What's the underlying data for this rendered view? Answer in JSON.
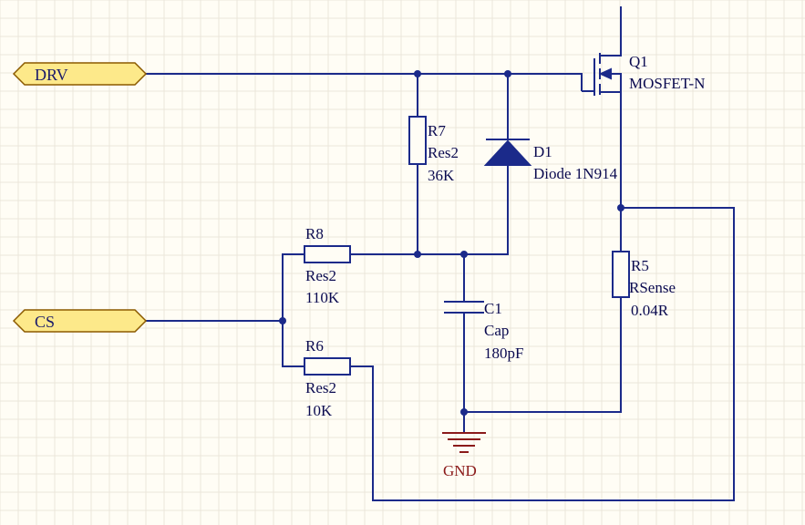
{
  "ports": {
    "drv": {
      "label": "DRV"
    },
    "cs": {
      "label": "CS"
    }
  },
  "components": {
    "q1": {
      "designator": "Q1",
      "value": "MOSFET-N"
    },
    "r7": {
      "designator": "R7",
      "type": "Res2",
      "value": "36K"
    },
    "d1": {
      "designator": "D1",
      "value": "Diode 1N914"
    },
    "r8": {
      "designator": "R8",
      "type": "Res2",
      "value": "110K"
    },
    "r6": {
      "designator": "R6",
      "type": "Res2",
      "value": "10K"
    },
    "c1": {
      "designator": "C1",
      "type": "Cap",
      "value": "180pF"
    },
    "r5": {
      "designator": "R5",
      "type": "RSense",
      "value": "0.04R"
    }
  },
  "power": {
    "gnd": {
      "label": "GND"
    }
  },
  "colors": {
    "wire": "#1b2a8a",
    "port_fill": "#fde98a",
    "port_border": "#8b5a00",
    "ground": "#8b1a1a",
    "background": "#fffdf5"
  }
}
